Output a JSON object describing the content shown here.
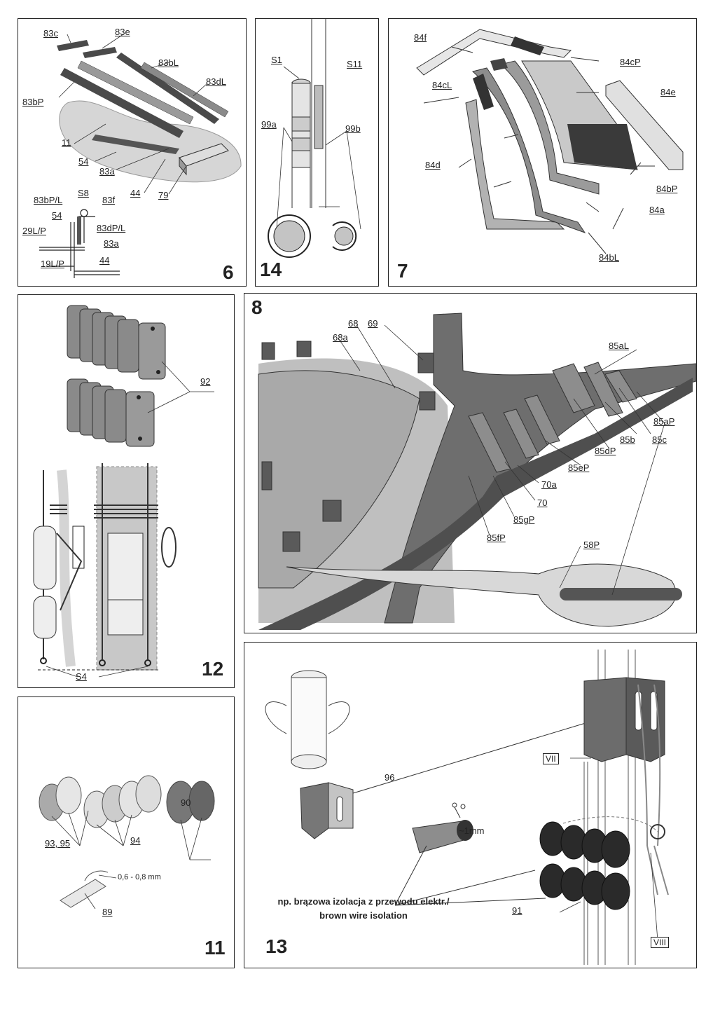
{
  "panels": {
    "p6": {
      "number": "6",
      "labels": [
        "83c",
        "83e",
        "83bL",
        "83dL",
        "83bP",
        "11",
        "54",
        "83a",
        "44",
        "79"
      ],
      "section_labels": [
        "83bP/L",
        "S8",
        "83f",
        "54",
        "83dP/L",
        "29L/P",
        "83a",
        "19L/P",
        "44"
      ]
    },
    "p14": {
      "number": "14",
      "labels": [
        "S1",
        "S11",
        "99a",
        "99b"
      ]
    },
    "p7": {
      "number": "7",
      "labels": [
        "84f",
        "84cP",
        "84cL",
        "84e",
        "84d",
        "84bP",
        "84a",
        "84bL"
      ]
    },
    "p12": {
      "number": "12",
      "labels": [
        "92",
        "S4"
      ]
    },
    "p8": {
      "number": "8",
      "labels": [
        "68",
        "69",
        "68a",
        "85aL",
        "85aP",
        "85b",
        "85c",
        "85dP",
        "85eP",
        "70a",
        "70",
        "85gP",
        "85fP",
        "58P"
      ]
    },
    "p11": {
      "number": "11",
      "labels": [
        "93, 95",
        "94",
        "90",
        "0,6 - 0,8 mm",
        "89"
      ]
    },
    "p13": {
      "number": "13",
      "labels": [
        "96",
        "~1mm",
        "91",
        "VII",
        "VIII"
      ],
      "note_line1": "np. brązowa izolacja z przewodu elektr./",
      "note_line2": "brown wire isolation"
    }
  },
  "colors": {
    "dark": "#4a4a4a",
    "mid": "#8c8c8c",
    "light": "#c8c8c8",
    "pale": "#dcdcdc",
    "line": "#222222"
  }
}
